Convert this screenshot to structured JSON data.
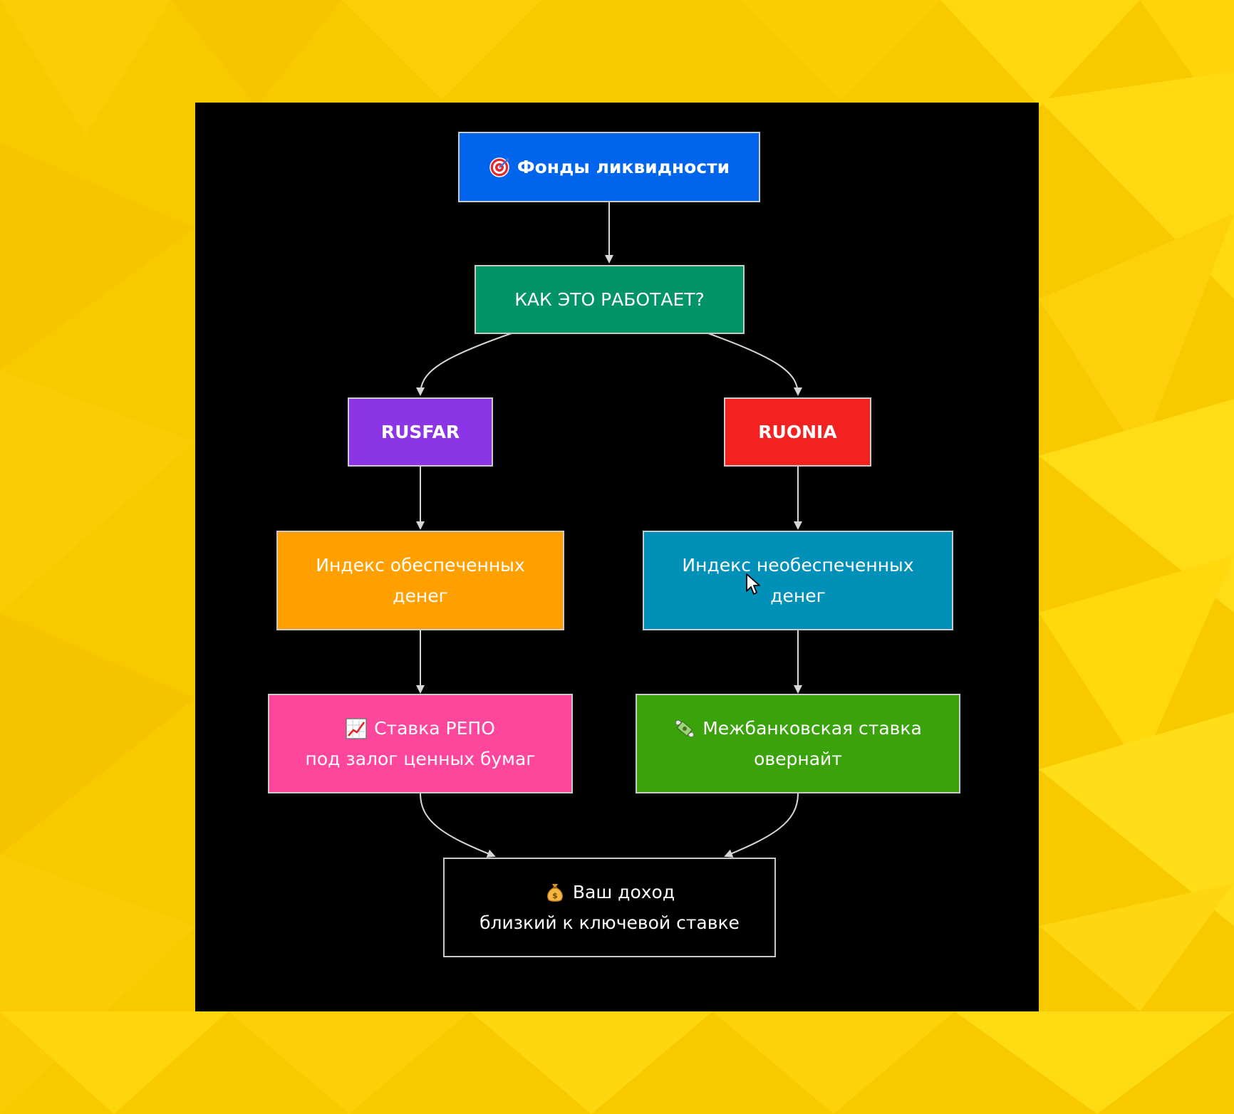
{
  "diagram": {
    "nodes": {
      "liquidity_funds": {
        "label": "Фонды ликвидности",
        "icon": "target-icon",
        "color": "#0064ec"
      },
      "how_it_works": {
        "label": "КАК ЭТО РАБОТАЕТ?",
        "color": "#009467"
      },
      "rusfar": {
        "label": "RUSFAR",
        "color": "#8b35e7"
      },
      "ruonia": {
        "label": "RUONIA",
        "color": "#f42121"
      },
      "secured_index": {
        "line1": "Индекс обеспеченных",
        "line2": "денег",
        "color": "#ffa000"
      },
      "unsecured_index": {
        "line1": "Индекс необеспеченных",
        "line2": "денег",
        "color": "#0190b8"
      },
      "repo_rate": {
        "line1": "Ставка РЕПО",
        "line2": "под залог ценных бумаг",
        "icon": "chart-increasing-icon",
        "color": "#ff469d"
      },
      "interbank_rate": {
        "line1": "Межбанковская ставка",
        "line2": "овернайт",
        "icon": "money-wings-icon",
        "color": "#3aa30c"
      },
      "your_income": {
        "line1": "Ваш доход",
        "line2": "близкий к ключевой ставке",
        "icon": "money-bag-icon",
        "color": "#000000"
      }
    },
    "edges": [
      {
        "from": "liquidity_funds",
        "to": "how_it_works"
      },
      {
        "from": "how_it_works",
        "to": "rusfar"
      },
      {
        "from": "how_it_works",
        "to": "ruonia"
      },
      {
        "from": "rusfar",
        "to": "secured_index"
      },
      {
        "from": "ruonia",
        "to": "unsecured_index"
      },
      {
        "from": "secured_index",
        "to": "repo_rate"
      },
      {
        "from": "unsecured_index",
        "to": "interbank_rate"
      },
      {
        "from": "repo_rate",
        "to": "your_income"
      },
      {
        "from": "interbank_rate",
        "to": "your_income"
      }
    ],
    "edge_color": "#d6d6d6",
    "border_color": "#c9c9c9",
    "background": "#000000"
  },
  "page": {
    "background": "#f9c900"
  }
}
